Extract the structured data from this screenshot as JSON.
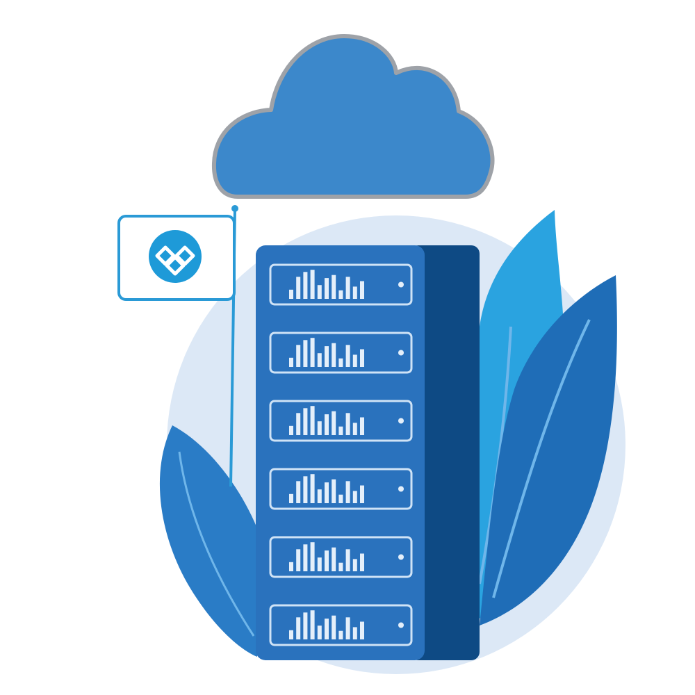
{
  "colors": {
    "background": "#ffffff",
    "halo": "#dce8f6",
    "cloud_fill": "#3c88cb",
    "cloud_outline": "#9ea2a8",
    "leaf_mid": "#2a7cc6",
    "leaf_light": "#2aa3e0",
    "leaf_dark": "#1f6db7",
    "leaf_vein": "#6fb6ea",
    "server_front": "#2a72bd",
    "server_side": "#0e4a84",
    "slot_stroke": "#cfe3f6",
    "bar": "#e4effa",
    "flag_stroke": "#2a9ad6",
    "flag_pole": "#2a9ad6",
    "logo_circle": "#1e9ad8",
    "logo_mark": "#ffffff"
  },
  "icons": {
    "cloud": "cloud-icon",
    "server": "server-rack-icon",
    "flag": "flag-icon",
    "logo": "diamond-heart-logo-icon",
    "leaves": "leaf-icon"
  },
  "server": {
    "unit_count": 6,
    "bar_levels": [
      0.3,
      0.72,
      0.88,
      0.95,
      0.45,
      0.68,
      0.78,
      0.28,
      0.72,
      0.4,
      0.58
    ]
  }
}
